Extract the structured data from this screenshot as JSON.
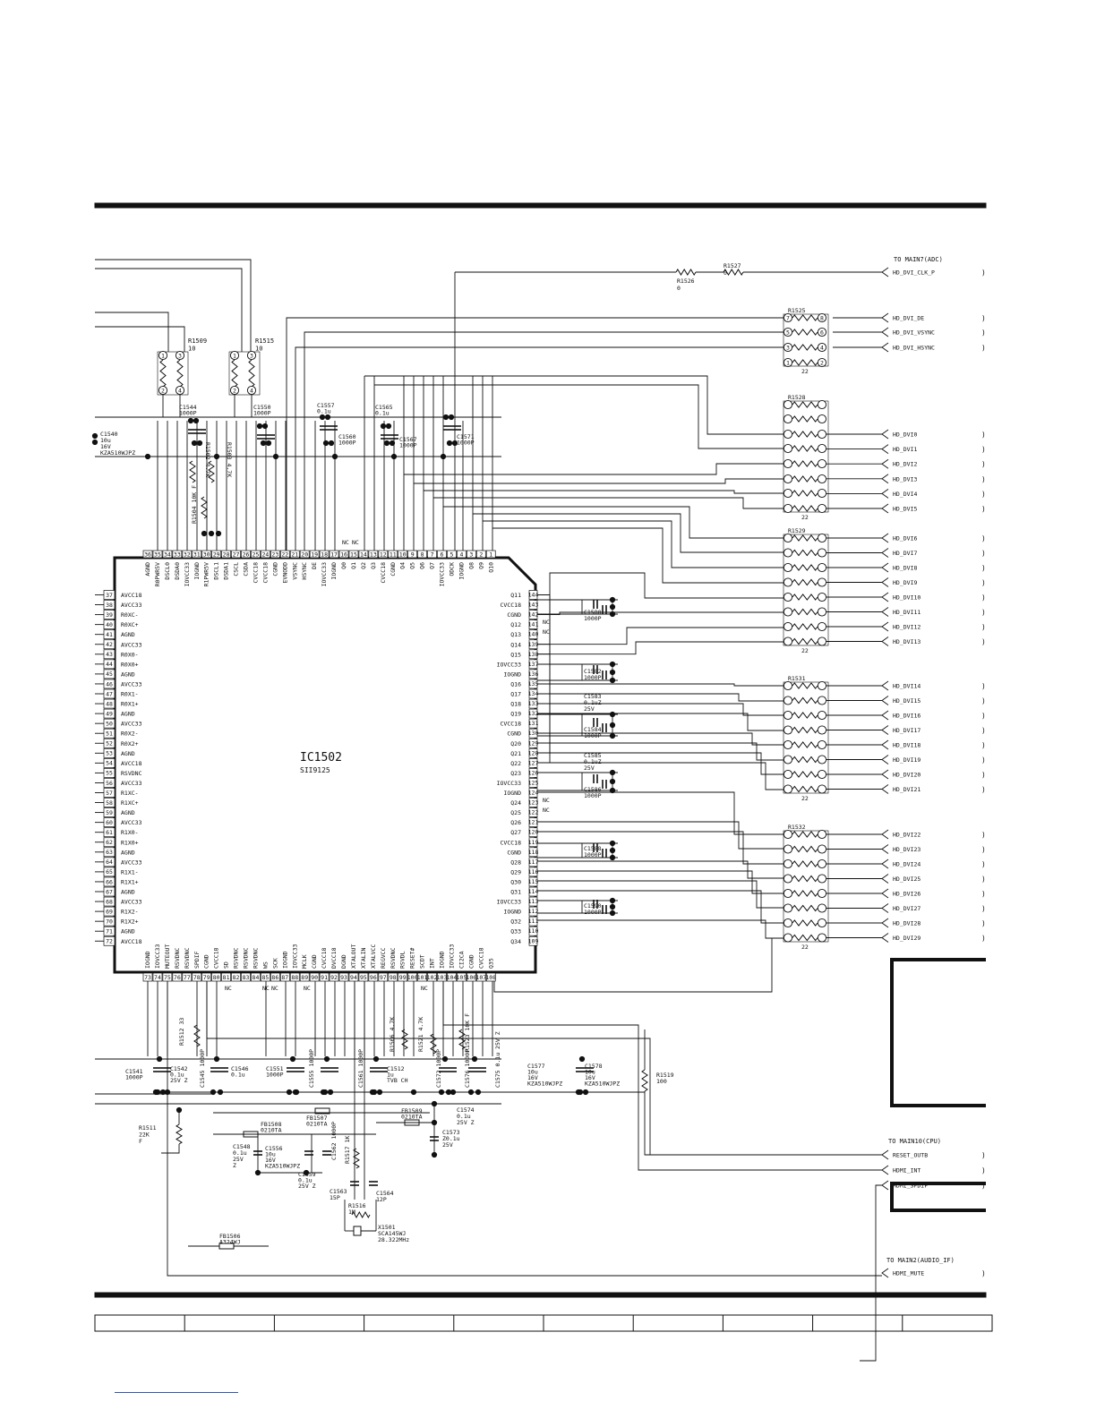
{
  "chip": {
    "ref": "IC1502",
    "part": "SII9125",
    "top_pins": [
      {
        "n": "36",
        "name": "AGND"
      },
      {
        "n": "35",
        "name": "R0PWR5V"
      },
      {
        "n": "34",
        "name": "DSCL0"
      },
      {
        "n": "33",
        "name": "DSDA0"
      },
      {
        "n": "32",
        "name": "IOVCC33"
      },
      {
        "n": "31",
        "name": "IOGND"
      },
      {
        "n": "30",
        "name": "R1PWR5V"
      },
      {
        "n": "29",
        "name": "DSCL1"
      },
      {
        "n": "28",
        "name": "DSDA1"
      },
      {
        "n": "27",
        "name": "CSCL"
      },
      {
        "n": "26",
        "name": "CSDA"
      },
      {
        "n": "25",
        "name": "CVCC18"
      },
      {
        "n": "24",
        "name": "CVCC18"
      },
      {
        "n": "23",
        "name": "CGND"
      },
      {
        "n": "22",
        "name": "EVNODD"
      },
      {
        "n": "21",
        "name": "VSYNC"
      },
      {
        "n": "20",
        "name": "HSYNC"
      },
      {
        "n": "19",
        "name": "DE"
      },
      {
        "n": "18",
        "name": "IOVCC33"
      },
      {
        "n": "17",
        "name": "IOGND"
      },
      {
        "n": "16",
        "name": "Q0"
      },
      {
        "n": "15",
        "name": "Q1"
      },
      {
        "n": "14",
        "name": "Q2"
      },
      {
        "n": "13",
        "name": "Q3"
      },
      {
        "n": "12",
        "name": "CVCC18"
      },
      {
        "n": "11",
        "name": "CGND"
      },
      {
        "n": "10",
        "name": "Q4"
      },
      {
        "n": "9",
        "name": "Q5"
      },
      {
        "n": "8",
        "name": "Q6"
      },
      {
        "n": "7",
        "name": "Q7"
      },
      {
        "n": "6",
        "name": "IOVCC33"
      },
      {
        "n": "5",
        "name": "ODCK"
      },
      {
        "n": "4",
        "name": "IOGND"
      },
      {
        "n": "3",
        "name": "Q8"
      },
      {
        "n": "2",
        "name": "Q9"
      },
      {
        "n": "1",
        "name": "Q10"
      }
    ],
    "left_pins": [
      {
        "n": "37",
        "name": "AVCC18"
      },
      {
        "n": "38",
        "name": "AVCC33"
      },
      {
        "n": "39",
        "name": "R0XC-"
      },
      {
        "n": "40",
        "name": "R0XC+"
      },
      {
        "n": "41",
        "name": "AGND"
      },
      {
        "n": "42",
        "name": "AVCC33"
      },
      {
        "n": "43",
        "name": "R0X0-"
      },
      {
        "n": "44",
        "name": "R0X0+"
      },
      {
        "n": "45",
        "name": "AGND"
      },
      {
        "n": "46",
        "name": "AVCC33"
      },
      {
        "n": "47",
        "name": "R0X1-"
      },
      {
        "n": "48",
        "name": "R0X1+"
      },
      {
        "n": "49",
        "name": "AGND"
      },
      {
        "n": "50",
        "name": "AVCC33"
      },
      {
        "n": "51",
        "name": "R0X2-"
      },
      {
        "n": "52",
        "name": "R0X2+"
      },
      {
        "n": "53",
        "name": "AGND"
      },
      {
        "n": "54",
        "name": "AVCC18"
      },
      {
        "n": "55",
        "name": "RSVDNC"
      },
      {
        "n": "56",
        "name": "AVCC33"
      },
      {
        "n": "57",
        "name": "R1XC-"
      },
      {
        "n": "58",
        "name": "R1XC+"
      },
      {
        "n": "59",
        "name": "AGND"
      },
      {
        "n": "60",
        "name": "AVCC33"
      },
      {
        "n": "61",
        "name": "R1X0-"
      },
      {
        "n": "62",
        "name": "R1X0+"
      },
      {
        "n": "63",
        "name": "AGND"
      },
      {
        "n": "64",
        "name": "AVCC33"
      },
      {
        "n": "65",
        "name": "R1X1-"
      },
      {
        "n": "66",
        "name": "R1X1+"
      },
      {
        "n": "67",
        "name": "AGND"
      },
      {
        "n": "68",
        "name": "AVCC33"
      },
      {
        "n": "69",
        "name": "R1X2-"
      },
      {
        "n": "70",
        "name": "R1X2+"
      },
      {
        "n": "71",
        "name": "AGND"
      },
      {
        "n": "72",
        "name": "AVCC18"
      }
    ],
    "right_pins": [
      {
        "n": "144",
        "name": "Q11"
      },
      {
        "n": "143",
        "name": "CVCC18"
      },
      {
        "n": "142",
        "name": "CGND"
      },
      {
        "n": "141",
        "name": "Q12"
      },
      {
        "n": "140",
        "name": "Q13"
      },
      {
        "n": "139",
        "name": "Q14"
      },
      {
        "n": "138",
        "name": "Q15"
      },
      {
        "n": "137",
        "name": "IOVCC33"
      },
      {
        "n": "136",
        "name": "IOGND"
      },
      {
        "n": "135",
        "name": "Q16"
      },
      {
        "n": "134",
        "name": "Q17"
      },
      {
        "n": "133",
        "name": "Q18"
      },
      {
        "n": "132",
        "name": "Q19"
      },
      {
        "n": "131",
        "name": "CVCC18"
      },
      {
        "n": "130",
        "name": "CGND"
      },
      {
        "n": "129",
        "name": "Q20"
      },
      {
        "n": "128",
        "name": "Q21"
      },
      {
        "n": "127",
        "name": "Q22"
      },
      {
        "n": "126",
        "name": "Q23"
      },
      {
        "n": "125",
        "name": "IOVCC33"
      },
      {
        "n": "124",
        "name": "IOGND"
      },
      {
        "n": "123",
        "name": "Q24"
      },
      {
        "n": "122",
        "name": "Q25"
      },
      {
        "n": "121",
        "name": "Q26"
      },
      {
        "n": "120",
        "name": "Q27"
      },
      {
        "n": "119",
        "name": "CVCC18"
      },
      {
        "n": "118",
        "name": "CGND"
      },
      {
        "n": "117",
        "name": "Q28"
      },
      {
        "n": "116",
        "name": "Q29"
      },
      {
        "n": "115",
        "name": "Q30"
      },
      {
        "n": "114",
        "name": "Q31"
      },
      {
        "n": "113",
        "name": "IOVCC33"
      },
      {
        "n": "112",
        "name": "IOGND"
      },
      {
        "n": "111",
        "name": "Q32"
      },
      {
        "n": "110",
        "name": "Q33"
      },
      {
        "n": "109",
        "name": "Q34"
      }
    ],
    "bottom_pins": [
      {
        "n": "73",
        "name": "IOGND"
      },
      {
        "n": "74",
        "name": "IOVCC33"
      },
      {
        "n": "75",
        "name": "MUTEOUT"
      },
      {
        "n": "76",
        "name": "RSVDNC"
      },
      {
        "n": "77",
        "name": "RSVDNC"
      },
      {
        "n": "78",
        "name": "SPDIF"
      },
      {
        "n": "79",
        "name": "CGND"
      },
      {
        "n": "80",
        "name": "CVCC18"
      },
      {
        "n": "81",
        "name": "SD"
      },
      {
        "n": "82",
        "name": "RSVDNC"
      },
      {
        "n": "83",
        "name": "RSVDNC"
      },
      {
        "n": "84",
        "name": "RSVDNC"
      },
      {
        "n": "85",
        "name": "WS"
      },
      {
        "n": "86",
        "name": "SCK"
      },
      {
        "n": "87",
        "name": "IOGND"
      },
      {
        "n": "88",
        "name": "IOVCC33"
      },
      {
        "n": "89",
        "name": "MCLK"
      },
      {
        "n": "90",
        "name": "CGND"
      },
      {
        "n": "91",
        "name": "CVCC18"
      },
      {
        "n": "92",
        "name": "DVCC18"
      },
      {
        "n": "93",
        "name": "DGND"
      },
      {
        "n": "94",
        "name": "XTALOUT"
      },
      {
        "n": "95",
        "name": "XTALIN"
      },
      {
        "n": "96",
        "name": "XTALVCC"
      },
      {
        "n": "97",
        "name": "REGVCC"
      },
      {
        "n": "98",
        "name": "RSVDNC"
      },
      {
        "n": "99",
        "name": "RSVDL"
      },
      {
        "n": "100",
        "name": "RESET#"
      },
      {
        "n": "101",
        "name": "SCDT"
      },
      {
        "n": "102",
        "name": "INT"
      },
      {
        "n": "103",
        "name": "IOGND"
      },
      {
        "n": "104",
        "name": "IOVCC33"
      },
      {
        "n": "105",
        "name": "CI2CA"
      },
      {
        "n": "106",
        "name": "CGND"
      },
      {
        "n": "107",
        "name": "CVCC18"
      },
      {
        "n": "108",
        "name": "Q35"
      }
    ]
  },
  "connectors": {
    "adc_title": "TO MAIN7(ADC)",
    "adc_signals": [
      "HD_DVI_CLK_P",
      "HD_DVI_DE",
      "HD_DVI_VSYNC",
      "HD_DVI_HSYNC"
    ],
    "dvi_signals": [
      "HD_DVI0",
      "HD_DVI1",
      "HD_DVI2",
      "HD_DVI3",
      "HD_DVI4",
      "HD_DVI5",
      "HD_DVI6",
      "HD_DVI7",
      "HD_DVI8",
      "HD_DVI9",
      "HD_DVI10",
      "HD_DVI11",
      "HD_DVI12",
      "HD_DVI13",
      "HD_DVI14",
      "HD_DVI15",
      "HD_DVI16",
      "HD_DVI17",
      "HD_DVI18",
      "HD_DVI19",
      "HD_DVI20",
      "HD_DVI21",
      "HD_DVI22",
      "HD_DVI23",
      "HD_DVI24",
      "HD_DVI25",
      "HD_DVI26",
      "HD_DVI27",
      "HD_DVI28",
      "HD_DVI29"
    ],
    "cpu_title": "TO MAIN10(CPU)",
    "cpu_signals": [
      "RESET_OUTB",
      "HDMI_INT",
      "HDMI_SPDIF"
    ],
    "audio_title": "TO MAIN2(AUDIO_IF)",
    "audio_signals": [
      "HDMI_MUTE"
    ]
  },
  "resistor_arrays": [
    {
      "ref": "R1525",
      "value": "22"
    },
    {
      "ref": "R1528",
      "value": "22"
    },
    {
      "ref": "R1529",
      "value": "22"
    },
    {
      "ref": "R1531",
      "value": "22"
    },
    {
      "ref": "R1532",
      "value": "22"
    }
  ],
  "top_components": [
    {
      "id": "r1509",
      "lines": [
        "R1509",
        "10"
      ]
    },
    {
      "id": "r1515",
      "lines": [
        "R1515",
        "10"
      ]
    },
    {
      "id": "r1526",
      "lines": [
        "R1526",
        "0"
      ]
    },
    {
      "id": "r1527",
      "lines": [
        "R1527",
        "0"
      ]
    },
    {
      "id": "c1540",
      "lines": [
        "C1540",
        "10u",
        "16V",
        "KZA510WJPZ"
      ]
    },
    {
      "id": "c1544",
      "lines": [
        "C1544",
        "1000P"
      ]
    },
    {
      "id": "c1550",
      "lines": [
        "C1550",
        "1000P"
      ]
    },
    {
      "id": "c1557",
      "lines": [
        "C1557",
        "0.1u"
      ]
    },
    {
      "id": "c1560",
      "lines": [
        "C1560",
        "1000P"
      ]
    },
    {
      "id": "c1565",
      "lines": [
        "C1565",
        "0.1u"
      ]
    },
    {
      "id": "c1567",
      "lines": [
        "C1567",
        "1000P"
      ]
    },
    {
      "id": "c1571",
      "lines": [
        "C1571",
        "1000P"
      ]
    },
    {
      "id": "r1502",
      "lines": [
        "R1502",
        "4.7K"
      ]
    },
    {
      "id": "r1503",
      "lines": [
        "R1503",
        "4.7K"
      ]
    },
    {
      "id": "r1504",
      "lines": [
        "R1504",
        "10K F"
      ]
    }
  ],
  "right_caps": [
    {
      "id": "c1580",
      "lines": [
        "C1580",
        "1000P"
      ]
    },
    {
      "id": "c1582",
      "lines": [
        "C1582",
        "1000P"
      ]
    },
    {
      "id": "c1583",
      "lines": [
        "C1583",
        "0.1uZ",
        "25V"
      ]
    },
    {
      "id": "c1584",
      "lines": [
        "C1584",
        "1000P"
      ]
    },
    {
      "id": "c1585",
      "lines": [
        "C1585",
        "0.1uZ",
        "25V"
      ]
    },
    {
      "id": "c1586",
      "lines": [
        "C1586",
        "1000P"
      ]
    },
    {
      "id": "c1588",
      "lines": [
        "C1588",
        "1000P"
      ]
    },
    {
      "id": "c1590",
      "lines": [
        "C1590",
        "1000P"
      ]
    }
  ],
  "bottom_components": [
    {
      "id": "r1512",
      "lines": [
        "R1512",
        "33"
      ]
    },
    {
      "id": "c1541",
      "lines": [
        "C1541",
        "1000P"
      ]
    },
    {
      "id": "c1542",
      "lines": [
        "C1542",
        "0.1u",
        "25V  Z"
      ]
    },
    {
      "id": "c1545",
      "lines": [
        "C1545",
        "1000P"
      ]
    },
    {
      "id": "c1546",
      "lines": [
        "C1546",
        "0.1u"
      ]
    },
    {
      "id": "c1551",
      "lines": [
        "C1551",
        "1000P"
      ]
    },
    {
      "id": "c1555",
      "lines": [
        "C1555",
        "1000P"
      ]
    },
    {
      "id": "c1561",
      "lines": [
        "C1561",
        "1000P"
      ]
    },
    {
      "id": "c1512",
      "lines": [
        "C1512",
        "1u",
        "TVB  CH"
      ]
    },
    {
      "id": "r1506",
      "lines": [
        "R1506",
        "4.7K"
      ]
    },
    {
      "id": "r1521",
      "lines": [
        "R1521",
        "4.7K"
      ]
    },
    {
      "id": "r1523",
      "lines": [
        "R1523",
        "10K F"
      ]
    },
    {
      "id": "c1572",
      "lines": [
        "C1572",
        "1000P"
      ]
    },
    {
      "id": "c1576",
      "lines": [
        "C1576",
        "1000P"
      ]
    },
    {
      "id": "c1575",
      "lines": [
        "C1575",
        "0.1u",
        "25V  Z"
      ]
    },
    {
      "id": "c1577",
      "lines": [
        "C1577",
        "10u",
        "16V",
        "KZA510WJPZ"
      ]
    },
    {
      "id": "c1578",
      "lines": [
        "C1578",
        "10u",
        "16V",
        "KZA510WJPZ"
      ]
    },
    {
      "id": "r1519",
      "lines": [
        "R1519",
        "100"
      ]
    },
    {
      "id": "r1511",
      "lines": [
        "R1511",
        "22K",
        "F"
      ]
    },
    {
      "id": "fb1508",
      "lines": [
        "FB1508",
        "0210TA"
      ]
    },
    {
      "id": "fb1507",
      "lines": [
        "FB1507",
        "0210TA"
      ]
    },
    {
      "id": "fb1509",
      "lines": [
        "FB1509",
        "0210TA"
      ]
    },
    {
      "id": "c1574",
      "lines": [
        "C1574",
        "0.1u",
        "25V  Z"
      ]
    },
    {
      "id": "c1573",
      "lines": [
        "C1573",
        "Z0.1u",
        "25V"
      ]
    },
    {
      "id": "c1548",
      "lines": [
        "C1548",
        "0.1u",
        "25V",
        "Z"
      ]
    },
    {
      "id": "c1556",
      "lines": [
        "C1556",
        "10u",
        "16V",
        "KZA510WJPZ"
      ]
    },
    {
      "id": "c1562",
      "lines": [
        "C1562",
        "1000P"
      ]
    },
    {
      "id": "r1517",
      "lines": [
        "R1517",
        "1K"
      ]
    },
    {
      "id": "c1559",
      "lines": [
        "C1559",
        "0.1u",
        "25V  Z"
      ]
    },
    {
      "id": "c1563",
      "lines": [
        "C1563",
        "15P"
      ]
    },
    {
      "id": "c1564",
      "lines": [
        "C1564",
        "12P"
      ]
    },
    {
      "id": "r1516",
      "lines": [
        "R1516",
        "1M"
      ]
    },
    {
      "id": "x1501",
      "lines": [
        "X1501",
        "SCA145WJ",
        "28.322MHz"
      ]
    },
    {
      "id": "fb1506",
      "lines": [
        "FB1506",
        "A324WJ"
      ]
    }
  ],
  "misc": {
    "nc": "NC"
  }
}
